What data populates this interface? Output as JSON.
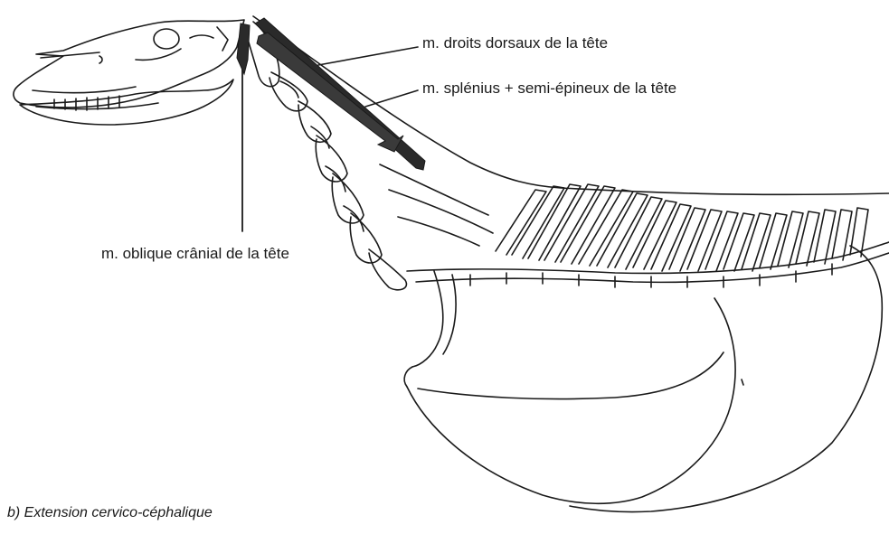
{
  "labels": {
    "droits": "m. droits dorsaux de la tête",
    "splenius": "m. splénius + semi-épineux de la tête",
    "oblique": "m. oblique crânial de la tête"
  },
  "caption": "b) Extension cervico-céphalique",
  "colors": {
    "ink": "#1a1a1a",
    "arrow_fill": "#2a2a2a",
    "background": "#ffffff"
  }
}
